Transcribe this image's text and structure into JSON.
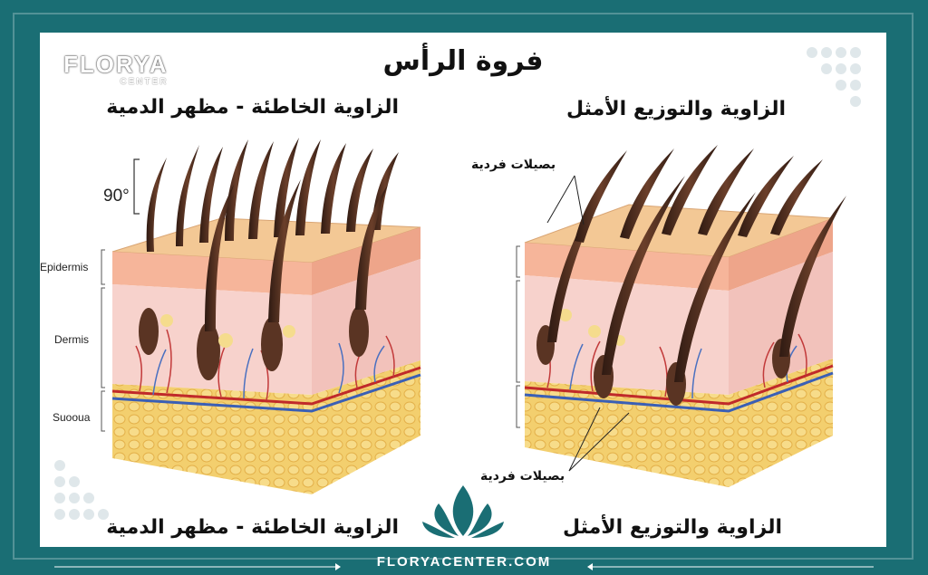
{
  "title": "فروة الرأس",
  "logo": {
    "name": "FLORYA",
    "sub": "CENTER"
  },
  "left_panel": {
    "heading_top": "الزاوية الخاطئة - مظهر الدمية",
    "heading_bottom": "الزاوية الخاطئة - مظهر الدمية",
    "angle_label": "90°",
    "layers": [
      "Epidermis",
      "Dermis",
      "Suooua"
    ]
  },
  "right_panel": {
    "heading_top": "الزاوية والتوزيع الأمثل",
    "heading_bottom": "الزاوية والتوزيع الأمثل",
    "callout_top": "بصيلات فردية",
    "callout_bottom": "بصيلات فردية"
  },
  "footer": {
    "url": "FLORYACENTER.COM"
  },
  "colors": {
    "frame": "#1a6e74",
    "skin_top": "#f2c08a",
    "dermis": "#f4c9c2",
    "fat": "#f0c85a",
    "hair": "#4a2a1c"
  }
}
